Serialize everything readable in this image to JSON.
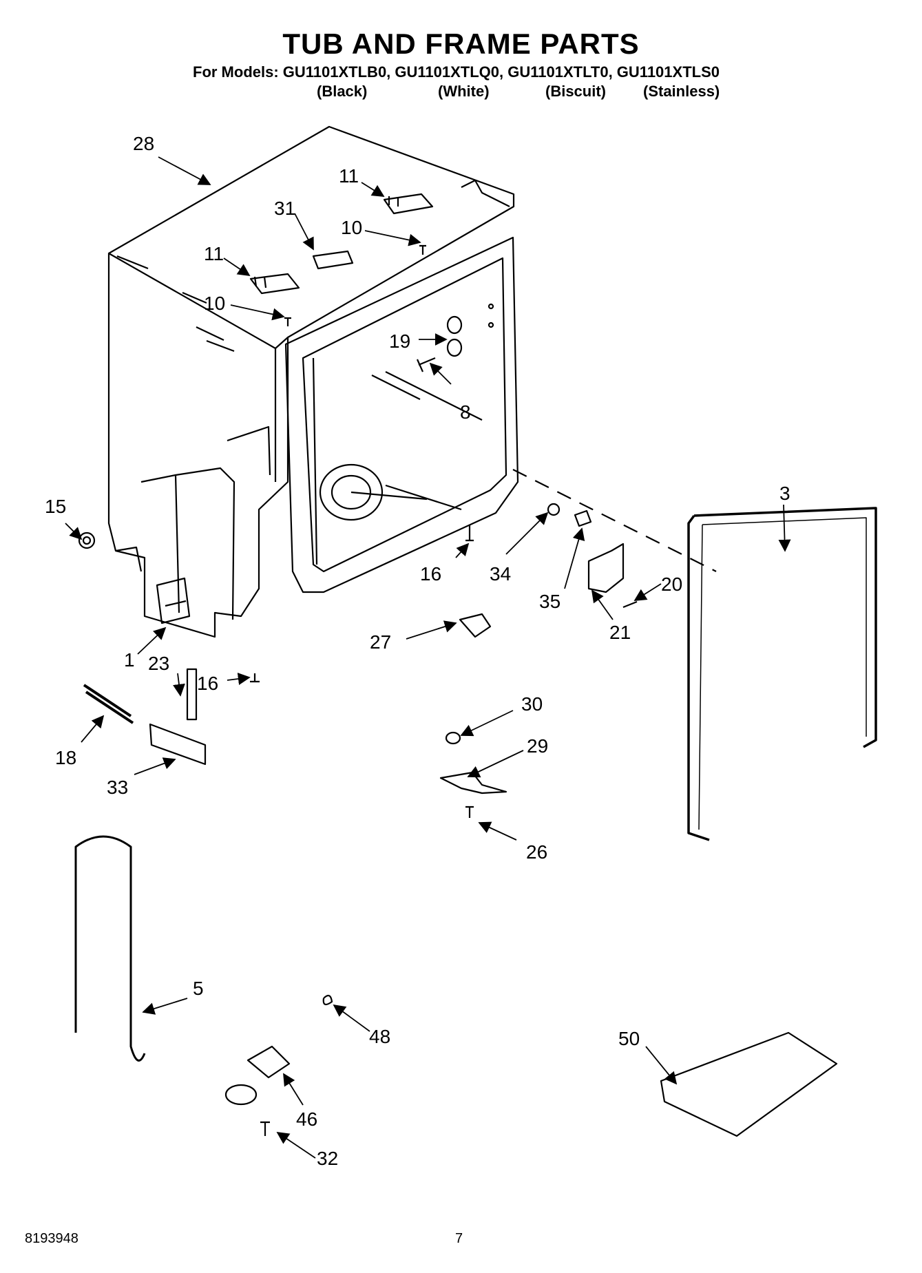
{
  "header": {
    "title": "TUB AND FRAME PARTS",
    "models_line": "For Models: GU1101XTLB0, GU1101XTLQ0, GU1101XTLT0, GU1101XTLS0",
    "colors": [
      "(Black)",
      "(White)",
      "(Biscuit)",
      "(Stainless)"
    ]
  },
  "callouts": [
    "28",
    "11",
    "31",
    "10",
    "11",
    "10",
    "19",
    "8",
    "15",
    "3",
    "16",
    "34",
    "35",
    "20",
    "21",
    "27",
    "1",
    "23",
    "16",
    "18",
    "33",
    "30",
    "29",
    "26",
    "5",
    "48",
    "50",
    "46",
    "32"
  ],
  "footer": {
    "doc_number": "8193948",
    "page_number": "7"
  }
}
